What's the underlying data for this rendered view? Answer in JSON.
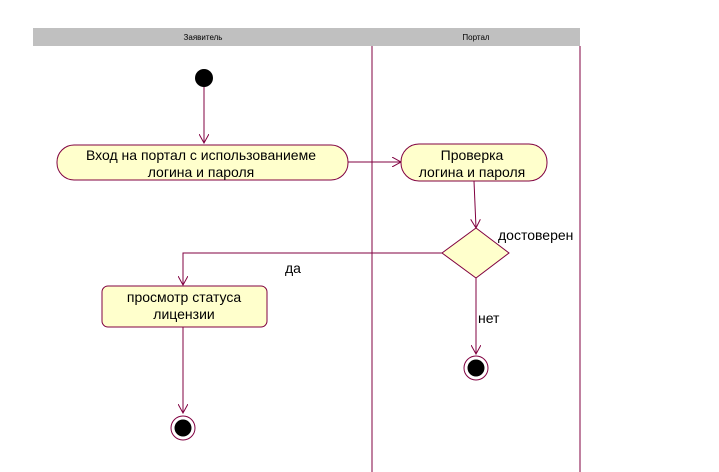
{
  "swimlanes": [
    {
      "id": "applicant",
      "title": "Заявитель"
    },
    {
      "id": "portal",
      "title": "Портал"
    }
  ],
  "activities": [
    {
      "id": "login",
      "lines": [
        "Вход на портал с использованиеме",
        "логина и пароля"
      ]
    },
    {
      "id": "check",
      "lines": [
        "Проверка",
        "логина и пароля"
      ]
    },
    {
      "id": "status",
      "lines": [
        "просмотр статуса",
        "лицензии"
      ]
    }
  ],
  "decision": {
    "id": "decision",
    "label": "достоверен"
  },
  "guards": {
    "yes": "да",
    "no": "нет"
  },
  "colors": {
    "line": "#800040",
    "node_fill": "#ffffcc",
    "header_fill": "#c0c0c0",
    "node_dot": "#000000"
  }
}
